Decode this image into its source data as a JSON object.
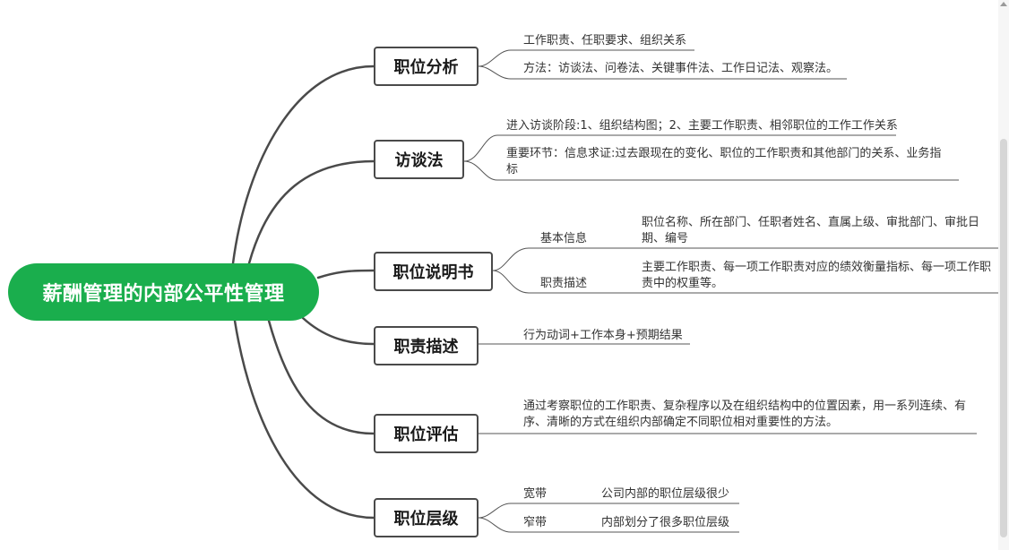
{
  "root": {
    "label": "薪酬管理的内部公平性管理"
  },
  "branches": [
    {
      "label": "职位分析",
      "leaves": [
        "工作职责、任职要求、组织关系",
        "方法：访谈法、问卷法、关键事件法、工作日记法、观察法。"
      ]
    },
    {
      "label": "访谈法",
      "leaves": [
        "进入访谈阶段:1、组织结构图；2、主要工作职责、相邻职位的工作工作关系",
        "重要环节：信息求证:过去跟现在的变化、职位的工作职责和其他部门的关系、业务指标"
      ]
    },
    {
      "label": "职位说明书",
      "subs": [
        {
          "label": "基本信息",
          "detail": "职位名称、所在部门、任职者姓名、直属上级、审批部门、审批日期、编号"
        },
        {
          "label": "职责描述",
          "detail": "主要工作职责、每一项工作职责对应的绩效衡量指标、每一项工作职责中的权重等。"
        }
      ]
    },
    {
      "label": "职责描述",
      "leaves": [
        "行为动词+工作本身+预期结果"
      ]
    },
    {
      "label": "职位评估",
      "leaves": [
        "通过考察职位的工作职责、复杂程序以及在组织结构中的位置因素，用一系列连续、有序、清晰的方式在组织内部确定不同职位相对重要性的方法。"
      ]
    },
    {
      "label": "职位层级",
      "subs": [
        {
          "label": "宽带",
          "detail": "公司内部的职位层级很少"
        },
        {
          "label": "窄带",
          "detail": "内部划分了很多职位层级"
        }
      ]
    }
  ],
  "colors": {
    "root_bg": "#1aae4d",
    "line": "#4a4a4a",
    "thin_line": "#555555"
  }
}
